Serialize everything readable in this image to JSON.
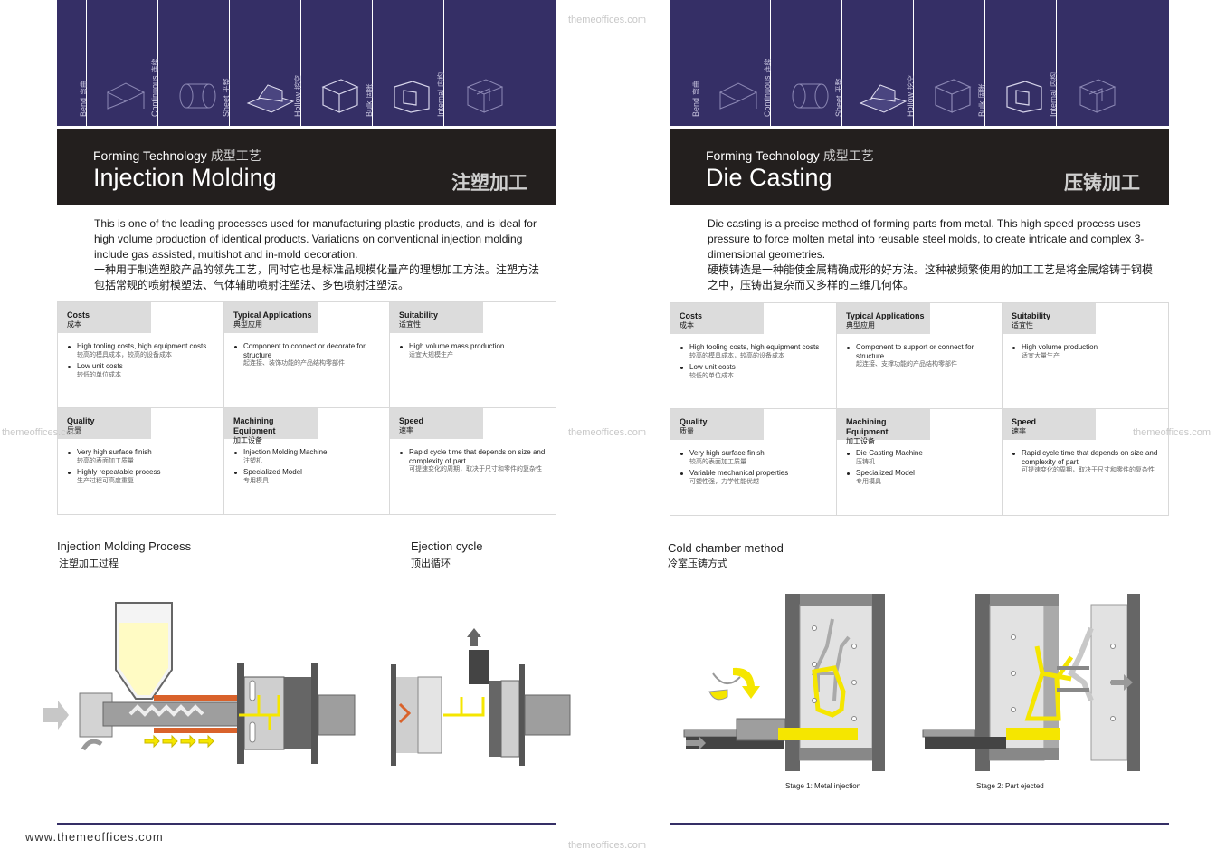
{
  "colors": {
    "band": "#352f66",
    "title_bg": "#231f1e",
    "header_gray": "#dcdcdc",
    "accent_yellow": "#f5e600",
    "heater": "#d9622b"
  },
  "band_labels": [
    {
      "en": "Bend",
      "zh": "弯曲",
      "icon": "bend-icon"
    },
    {
      "en": "Continuous",
      "zh": "连续",
      "icon": "continuous-icon"
    },
    {
      "en": "Sheet",
      "zh": "平整",
      "icon": "sheet-icon"
    },
    {
      "en": "Hollow",
      "zh": "挖空",
      "icon": "hollow-icon"
    },
    {
      "en": "Bulk",
      "zh": "固胀",
      "icon": "bulk-icon"
    },
    {
      "en": "Internal",
      "zh": "内构",
      "icon": "internal-icon"
    }
  ],
  "left": {
    "title_small": "Forming Technology",
    "title_small_zh": "成型工艺",
    "title": "Injection Molding",
    "title_zh": "注塑加工",
    "intro_en": "This is one of the leading processes used for manufacturing plastic products, and is ideal for high volume production of identical products. Variations on conventional injection molding include gas assisted, multishot and in-mold decoration.",
    "intro_zh": "一种用于制造塑胶产品的领先工艺，同时它也是标准品规模化量产的理想加工方法。注塑方法包括常规的喷射模塑法、气体辅助喷射注塑法、多色喷射注塑法。",
    "cells": [
      {
        "en": "Costs",
        "zh": "成本",
        "items": [
          {
            "en": "High tooling costs, high equipment costs",
            "zh": "较高的模具成本，较高的设备成本"
          },
          {
            "en": "Low unit costs",
            "zh": "较低的单位成本"
          }
        ]
      },
      {
        "en": "Typical Applications",
        "zh": "典型应用",
        "items": [
          {
            "en": "Component to connect or decorate for structure",
            "zh": "起连接、装饰功能的产品结构零部件"
          }
        ]
      },
      {
        "en": "Suitability",
        "zh": "适宜性",
        "items": [
          {
            "en": "High volume mass production",
            "zh": "适宜大规模生产"
          }
        ]
      },
      {
        "en": "Quality",
        "zh": "质量",
        "items": [
          {
            "en": "Very high surface finish",
            "zh": "较高的表面加工质量"
          },
          {
            "en": "Highly repeatable process",
            "zh": "生产过程可高度重复"
          }
        ]
      },
      {
        "en": "Machining Equipment",
        "zh": "加工设备",
        "items": [
          {
            "en": "Injection Molding Machine",
            "zh": "注塑机"
          },
          {
            "en": "Specialized Model",
            "zh": "专用模具"
          }
        ]
      },
      {
        "en": "Speed",
        "zh": "速率",
        "items": [
          {
            "en": "Rapid cycle time that depends on size and complexity of part",
            "zh": "可提速变化的周期，取决于尺寸和零件的复杂性"
          }
        ]
      }
    ],
    "section1_en": "Injection Molding Process",
    "section1_zh": "注塑加工过程",
    "section2_en": "Ejection cycle",
    "section2_zh": "顶出循环"
  },
  "right": {
    "title_small": "Forming Technology",
    "title_small_zh": "成型工艺",
    "title": "Die Casting",
    "title_zh": "压铸加工",
    "intro_en": "Die casting is a precise method of forming parts from metal. This high speed process uses pressure to force molten metal into reusable steel molds, to create intricate and complex 3-dimensional geometries.",
    "intro_zh": "硬模铸造是一种能使金属精确成形的好方法。这种被频繁使用的加工工艺是将金属熔铸于钢模之中，压铸出复杂而又多样的三维几何体。",
    "cells": [
      {
        "en": "Costs",
        "zh": "成本",
        "items": [
          {
            "en": "High tooling costs, high equipment costs",
            "zh": "较高的模具成本，较高的设备成本"
          },
          {
            "en": "Low unit costs",
            "zh": "较低的单位成本"
          }
        ]
      },
      {
        "en": "Typical Applications",
        "zh": "典型应用",
        "items": [
          {
            "en": "Component to support or connect for structure",
            "zh": "起连接、支撑功能的产品结构零部件"
          }
        ]
      },
      {
        "en": "Suitability",
        "zh": "适宜性",
        "items": [
          {
            "en": "High volume production",
            "zh": "适宜大量生产"
          }
        ]
      },
      {
        "en": "Quality",
        "zh": "质量",
        "items": [
          {
            "en": "Very high surface finish",
            "zh": "较高的表面加工质量"
          },
          {
            "en": "Variable mechanical properties",
            "zh": "可塑性强，力学性能优越"
          }
        ]
      },
      {
        "en": "Machining Equipment",
        "zh": "加工设备",
        "items": [
          {
            "en": "Die Casting Machine",
            "zh": "压铸机"
          },
          {
            "en": "Specialized Model",
            "zh": "专用模具"
          }
        ]
      },
      {
        "en": "Speed",
        "zh": "速率",
        "items": [
          {
            "en": "Rapid cycle time that depends on size and complexity of part",
            "zh": "可提速变化的周期，取决于尺寸和零件的复杂性"
          }
        ]
      }
    ],
    "section1_en": "Cold chamber method",
    "section1_zh": "冷室压铸方式",
    "caption1": "Stage 1: Metal injection",
    "caption2": "Stage 2: Part ejected"
  },
  "footer": {
    "url": "www.themeoffices.com"
  },
  "watermarks": [
    "themeoffices.com",
    "themeoffices.com",
    "themeoffices.com",
    "themeoffices.com",
    "themeoffices.com"
  ]
}
